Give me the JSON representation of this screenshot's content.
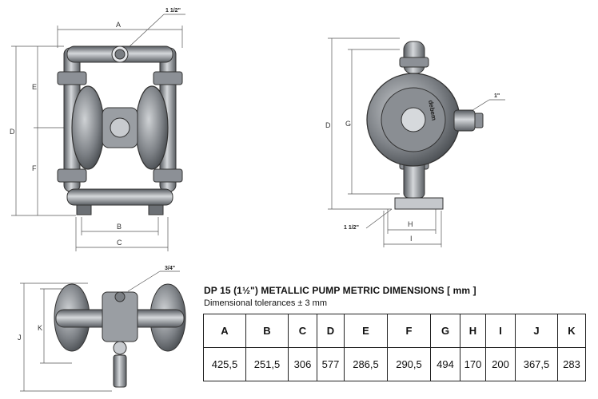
{
  "drawing_front": {
    "callout_port": "1 1/2\"",
    "dim_A": "A",
    "dim_B": "B",
    "dim_C": "C",
    "dim_D": "D",
    "dim_E": "E",
    "dim_F": "F"
  },
  "drawing_side": {
    "callout_air": "1\"",
    "callout_port": "1 1/2\"",
    "dim_D": "D",
    "dim_G": "G",
    "dim_H": "H",
    "dim_I": "I",
    "brand_text": "debem"
  },
  "drawing_top": {
    "callout_air": "3/4\"",
    "dim_J": "J",
    "dim_K": "K"
  },
  "table": {
    "title": "DP 15 (1½\") METALLIC PUMP METRIC DIMENSIONS [ mm ]",
    "subtitle": "Dimensional tolerances ± 3 mm",
    "headers": [
      "A",
      "B",
      "C",
      "D",
      "E",
      "F",
      "G",
      "H",
      "I",
      "J",
      "K"
    ],
    "values": [
      "425,5",
      "251,5",
      "306",
      "577",
      "286,5",
      "290,5",
      "494",
      "170",
      "200",
      "367,5",
      "283"
    ]
  },
  "colors": {
    "metal_dark": "#5d6166",
    "metal_mid": "#8c9096",
    "metal_light": "#c9ccd0",
    "line": "#555555"
  }
}
